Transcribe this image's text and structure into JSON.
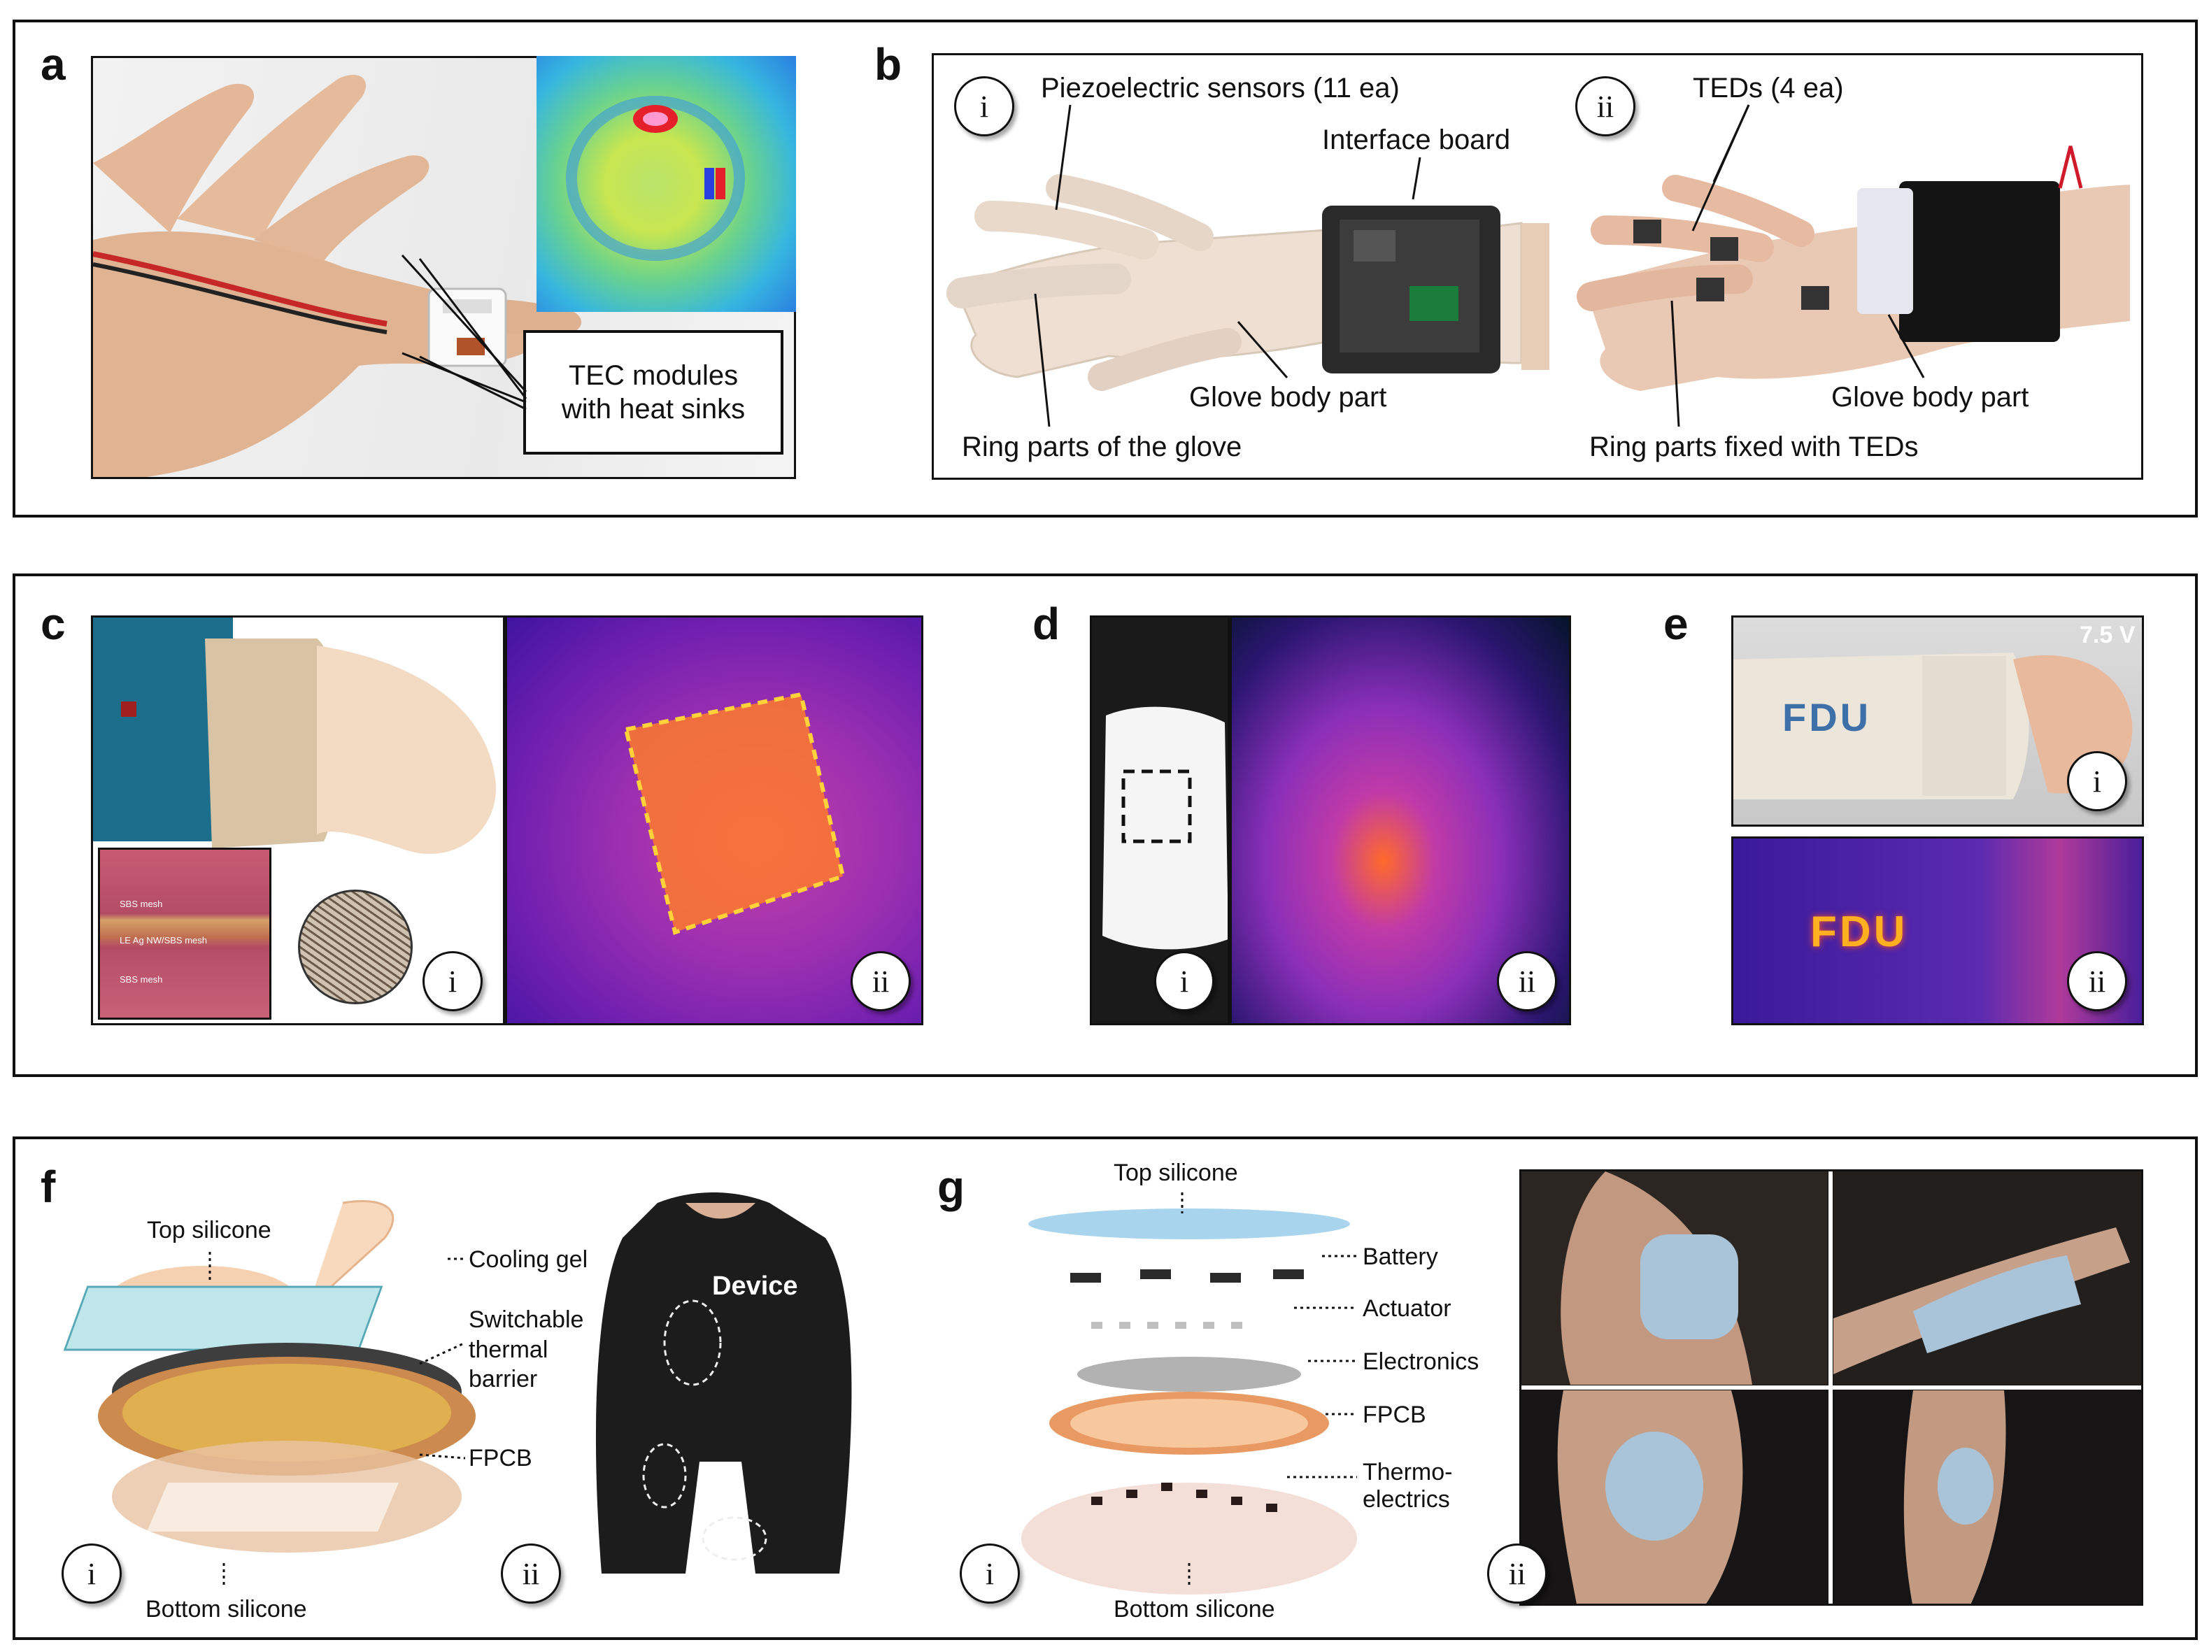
{
  "panels": {
    "a": {
      "letter": "a",
      "callout": "TEC modules\nwith heat sinks"
    },
    "b": {
      "letter": "b",
      "i": {
        "numeral": "i",
        "piezo": "Piezoelectric sensors (11 ea)",
        "interface": "Interface board",
        "glove_body": "Glove body part",
        "ring_parts": "Ring parts of the glove"
      },
      "ii": {
        "numeral": "ii",
        "teds": "TEDs (4 ea)",
        "glove_body": "Glove body part",
        "ring_parts": "Ring parts fixed with TEDs"
      }
    },
    "c": {
      "letter": "c",
      "i": "i",
      "ii": "ii",
      "inset_labels": [
        "SBS mesh",
        "LE Ag NW/SBS mesh",
        "SBS mesh"
      ]
    },
    "d": {
      "letter": "d",
      "i": "i",
      "ii": "ii"
    },
    "e": {
      "letter": "e",
      "i": "i",
      "ii": "ii",
      "voltage": "7.5 V",
      "sleeve_text": "FDU"
    },
    "f": {
      "letter": "f",
      "i": "i",
      "ii": "ii",
      "top_silicone": "Top silicone",
      "cooling_gel": "Cooling gel",
      "switchable": "Switchable\nthermal\nbarrier",
      "fpcb": "FPCB",
      "bottom_silicone": "Bottom silicone",
      "device": "Device"
    },
    "g": {
      "letter": "g",
      "i": "i",
      "ii": "ii",
      "top_silicone": "Top silicone",
      "battery": "Battery",
      "actuator": "Actuator",
      "electronics": "Electronics",
      "fpcb": "FPCB",
      "thermo": "Thermo-\nelectrics",
      "bottom_silicone": "Bottom silicone"
    }
  },
  "colors": {
    "frame": "#111111",
    "skin": "#e8c4a8",
    "thermal_hot": "#ffb400",
    "thermal_bg": "#7a1fa8",
    "copper": "#d9955f"
  }
}
